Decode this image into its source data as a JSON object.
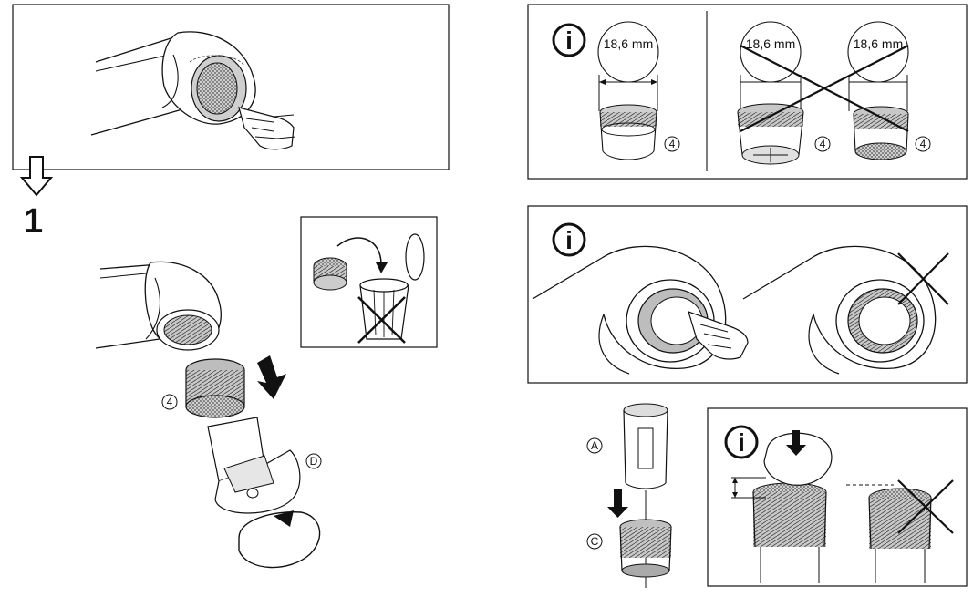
{
  "step_number": "1",
  "info_symbol": "i",
  "measure_label": "18,6 mm",
  "part_labels": {
    "aerator": "4",
    "tool_d": "D",
    "tool_a": "A",
    "part_c": "C"
  },
  "colors": {
    "line": "#111111",
    "shade": "#bdbdbd",
    "light": "#e4e4e4"
  }
}
